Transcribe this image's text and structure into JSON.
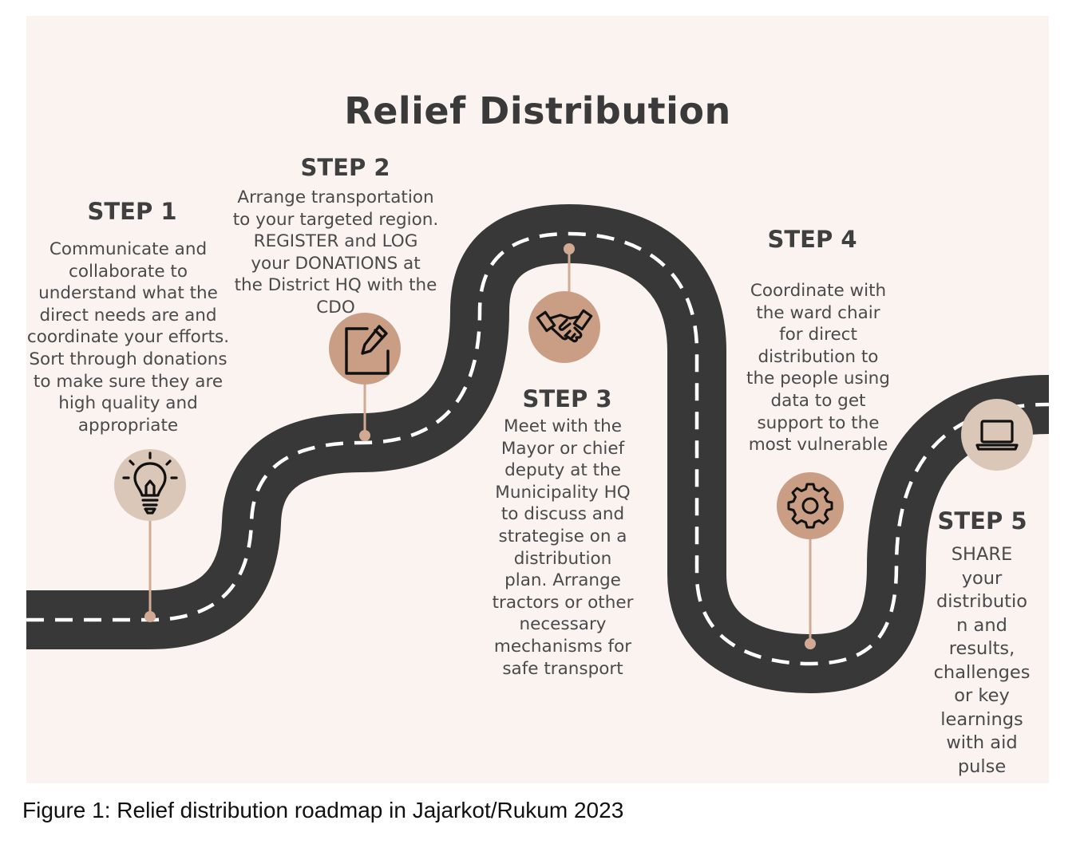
{
  "diagram": {
    "title": "Relief Distribution",
    "colors": {
      "background": "#faf3ef",
      "road": "#383838",
      "lane_marking": "#ffffff",
      "pin": "#d2aa94",
      "icon_light": "#dbc7b8",
      "icon_dark": "#c99e84"
    },
    "steps": [
      {
        "heading": "STEP 1",
        "text": "Communicate and\ncollaborate to\nunderstand what the\ndirect needs are and\ncoordinate your efforts.\nSort through donations\nto make sure they are\nhigh quality and\nappropriate",
        "icon": "lightbulb-icon"
      },
      {
        "heading": "STEP 2",
        "text": "Arrange transportation\nto your targeted region.\nREGISTER and LOG\nyour DONATIONS at\nthe District HQ with the\nCDO",
        "icon": "edit-icon"
      },
      {
        "heading": "STEP 3",
        "text": "Meet with the\nMayor or chief\ndeputy at the\nMunicipality HQ\nto discuss and\nstrategise on a\ndistribution\nplan. Arrange\ntractors or other\nnecessary\nmechanisms for\nsafe transport",
        "icon": "handshake-icon"
      },
      {
        "heading": "STEP 4",
        "text": "Coordinate with\nthe ward chair\nfor direct\ndistribution to\nthe people using\ndata to get\nsupport to the\nmost vulnerable",
        "icon": "gear-icon"
      },
      {
        "heading": "STEP 5",
        "text": "SHARE\nyour\ndistributio\nn and\nresults,\nchallenges\nor key\nlearnings\nwith aid\npulse",
        "icon": "laptop-icon"
      }
    ]
  },
  "caption": "Figure 1: Relief distribution roadmap in Jajarkot/Rukum 2023"
}
